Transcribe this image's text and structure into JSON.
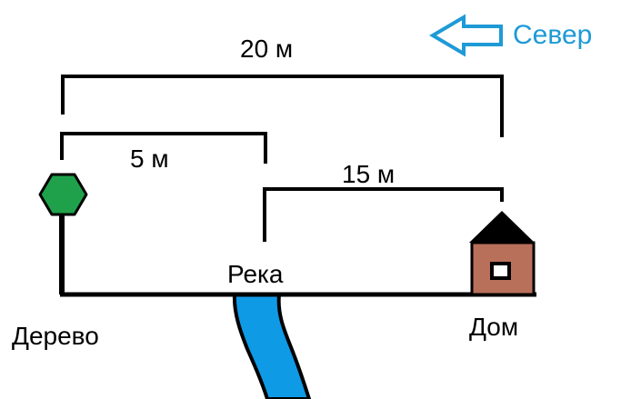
{
  "labels": {
    "north": "Север",
    "dist_total": "20 м",
    "dist_tree_river": "5 м",
    "dist_river_house": "15 м",
    "river": "Река",
    "tree": "Дерево",
    "house": "Дом"
  },
  "colors": {
    "north_arrow": "#1e9ad6",
    "tree_fill": "#1ea14a",
    "river_fill": "#0f9ae6",
    "house_wall": "#b8705a",
    "house_roof": "#000000",
    "line": "#000000"
  },
  "icons": {
    "north_arrow": "left-arrow-icon",
    "tree": "tree-icon",
    "house": "house-icon",
    "river": "river-icon"
  }
}
